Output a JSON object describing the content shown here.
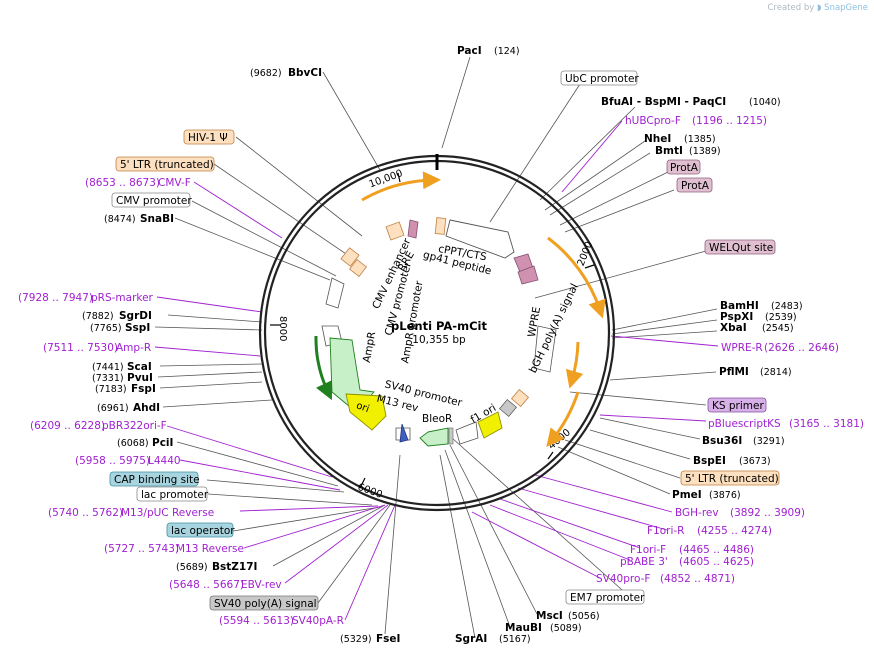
{
  "credit": {
    "prefix": "Created by",
    "brand": "SnapGene"
  },
  "plasmid": {
    "name": "pLenti PA-mCit",
    "length_label": "10,355 bp"
  },
  "ticks": [
    {
      "label": "2000"
    },
    {
      "label": "4000"
    },
    {
      "label": "6000"
    },
    {
      "label": "8000"
    },
    {
      "label": "10,000"
    }
  ],
  "inner_labels": [
    {
      "text": "cPPT/CTS"
    },
    {
      "text": "gp41 peptide"
    },
    {
      "text": "RRE"
    },
    {
      "text": "CMV enhancer"
    },
    {
      "text": "CMV promoter"
    },
    {
      "text": "AmpR promoter"
    },
    {
      "text": "AmpR"
    },
    {
      "text": "SV40 promoter"
    },
    {
      "text": "M13 rev"
    },
    {
      "text": "BleoR"
    },
    {
      "text": "ori"
    },
    {
      "text": "f1 ori"
    },
    {
      "text": "bGH poly(A) signal"
    },
    {
      "text": "WPRE"
    }
  ],
  "right_labels": [
    {
      "name": "PacI",
      "pos": "(124)",
      "kind": "enzyme"
    },
    {
      "name": "UbC promoter",
      "pos": "",
      "kind": "box"
    },
    {
      "name": "BfuAI  - BspMI  - PaqCI",
      "pos": "(1040)",
      "kind": "enzyme"
    },
    {
      "name": "hUBCpro-F",
      "pos": "(1196 .. 1215)",
      "kind": "primer"
    },
    {
      "name": "NheI",
      "pos": "(1385)",
      "kind": "enzyme"
    },
    {
      "name": "BmtI",
      "pos": "(1389)",
      "kind": "enzyme"
    },
    {
      "name": "ProtA",
      "pos": "",
      "kind": "protbox"
    },
    {
      "name": "ProtA",
      "pos": "",
      "kind": "protbox"
    },
    {
      "name": "WELQut site",
      "pos": "",
      "kind": "protbox"
    },
    {
      "name": "BamHI",
      "pos": "(2483)",
      "kind": "enzyme"
    },
    {
      "name": "PspXI",
      "pos": "(2539)",
      "kind": "enzyme"
    },
    {
      "name": "XbaI",
      "pos": "(2545)",
      "kind": "enzyme"
    },
    {
      "name": "WPRE-R",
      "pos": "(2626 .. 2646)",
      "kind": "primer"
    },
    {
      "name": "PflMI",
      "pos": "(2814)",
      "kind": "enzyme"
    },
    {
      "name": "KS primer",
      "pos": "",
      "kind": "ksbox"
    },
    {
      "name": "pBluescriptKS",
      "pos": "(3165 .. 3181)",
      "kind": "primer"
    },
    {
      "name": "Bsu36I",
      "pos": "(3291)",
      "kind": "enzyme"
    },
    {
      "name": "BspEI",
      "pos": "(3673)",
      "kind": "enzyme"
    },
    {
      "name": "5' LTR (truncated)",
      "pos": "",
      "kind": "ltrbox"
    },
    {
      "name": "PmeI",
      "pos": "(3876)",
      "kind": "enzyme"
    },
    {
      "name": "BGH-rev",
      "pos": "(3892 .. 3909)",
      "kind": "primer"
    },
    {
      "name": "F1ori-R",
      "pos": "(4255 .. 4274)",
      "kind": "primer"
    },
    {
      "name": "F1ori-F",
      "pos": "(4465 .. 4486)",
      "kind": "primer"
    },
    {
      "name": "pBABE 3'",
      "pos": "(4605 .. 4625)",
      "kind": "primer"
    },
    {
      "name": "SV40pro-F",
      "pos": "(4852 .. 4871)",
      "kind": "primer"
    },
    {
      "name": "EM7 promoter",
      "pos": "",
      "kind": "box"
    },
    {
      "name": "MscI",
      "pos": "(5056)",
      "kind": "enzyme"
    },
    {
      "name": "MauBI",
      "pos": "(5089)",
      "kind": "enzyme"
    },
    {
      "name": "SgrAI",
      "pos": "(5167)",
      "kind": "enzyme"
    }
  ],
  "left_labels": [
    {
      "name": "BbvCI",
      "pos": "(9682)",
      "kind": "enzyme"
    },
    {
      "name": "HIV-1 Ψ",
      "pos": "",
      "kind": "ltrbox"
    },
    {
      "name": "5' LTR (truncated)",
      "pos": "",
      "kind": "ltrbox"
    },
    {
      "name": "CMV-F",
      "pos": "(8653 .. 8673)",
      "kind": "primer"
    },
    {
      "name": "CMV promoter",
      "pos": "",
      "kind": "box"
    },
    {
      "name": "SnaBI",
      "pos": "(8474)",
      "kind": "enzyme"
    },
    {
      "name": "pRS-marker",
      "pos": "(7928 .. 7947)",
      "kind": "primer"
    },
    {
      "name": "SgrDI",
      "pos": "(7882)",
      "kind": "enzyme"
    },
    {
      "name": "SspI",
      "pos": "(7765)",
      "kind": "enzyme"
    },
    {
      "name": "Amp-R",
      "pos": "(7511 .. 7530)",
      "kind": "primer"
    },
    {
      "name": "ScaI",
      "pos": "(7441)",
      "kind": "enzyme"
    },
    {
      "name": "PvuI",
      "pos": "(7331)",
      "kind": "enzyme"
    },
    {
      "name": "FspI",
      "pos": "(7183)",
      "kind": "enzyme"
    },
    {
      "name": "AhdI",
      "pos": "(6961)",
      "kind": "enzyme"
    },
    {
      "name": "pBR322ori-F",
      "pos": "(6209 .. 6228)",
      "kind": "primer"
    },
    {
      "name": "PciI",
      "pos": "(6068)",
      "kind": "enzyme"
    },
    {
      "name": "L4440",
      "pos": "(5958 .. 5975)",
      "kind": "primer"
    },
    {
      "name": "CAP binding site",
      "pos": "",
      "kind": "capbox"
    },
    {
      "name": "lac promoter",
      "pos": "",
      "kind": "box"
    },
    {
      "name": "M13/pUC Reverse",
      "pos": "(5740 .. 5762)",
      "kind": "primer"
    },
    {
      "name": "lac operator",
      "pos": "",
      "kind": "capbox"
    },
    {
      "name": "M13 Reverse",
      "pos": "(5727 .. 5743)",
      "kind": "primer"
    },
    {
      "name": "BstZ17I",
      "pos": "(5689)",
      "kind": "enzyme"
    },
    {
      "name": "EBV-rev",
      "pos": "(5648 .. 5667)",
      "kind": "primer"
    },
    {
      "name": "SV40 poly(A) signal",
      "pos": "",
      "kind": "graybox"
    },
    {
      "name": "SV40pA-R",
      "pos": "(5594 .. 5613)",
      "kind": "primer"
    },
    {
      "name": "FseI",
      "pos": "(5329)",
      "kind": "enzyme"
    }
  ],
  "colors": {
    "primer": "#a020d0",
    "ltr_fill": "#fde0c0",
    "ltr_stroke": "#c08040",
    "prot_fill": "#e0c0d0",
    "prot_stroke": "#906080",
    "cap_fill": "#a8d4e0",
    "ks_fill": "#d8b0e8",
    "gray_fill": "#c8c8c8",
    "orf_orange": "#f0a020",
    "amp_green": "#c8f0c8",
    "ori_yellow": "#f0f000"
  }
}
